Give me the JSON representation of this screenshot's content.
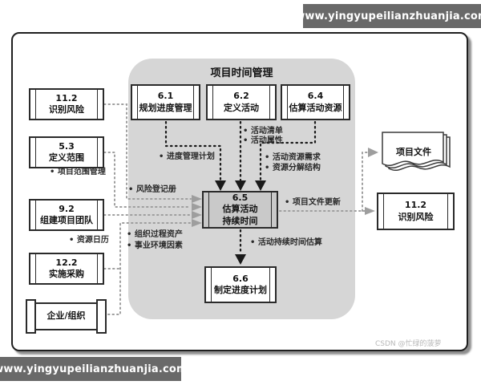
{
  "watermarks": {
    "top": "www.yingyupeilianzhuanjia.com",
    "bottom": "www.yingyupeilianzhuanjia.com",
    "credit": "CSDN @忙绿的菠萝"
  },
  "group": {
    "title": "项目时间管理"
  },
  "boxes": {
    "risk_left": {
      "code": "11.2",
      "name": "识别风险"
    },
    "scope": {
      "code": "5.3",
      "name": "定义范围"
    },
    "team": {
      "code": "9.2",
      "name": "组建项目团队"
    },
    "procure": {
      "code": "12.2",
      "name": "实施采购"
    },
    "org": {
      "name": "企业/组织"
    },
    "p61": {
      "code": "6.1",
      "name": "规划进度管理"
    },
    "p62": {
      "code": "6.2",
      "name": "定义活动"
    },
    "p64": {
      "code": "6.4",
      "name": "估算活动资源"
    },
    "p65": {
      "code": "6.5",
      "name1": "估算活动",
      "name2": "持续时间"
    },
    "p66": {
      "code": "6.6",
      "name": "制定进度计划"
    },
    "doc": {
      "name": "项目文件"
    },
    "risk_right": {
      "code": "11.2",
      "name": "识别风险"
    }
  },
  "labels": {
    "scope_mgmt": "• 项目范围管理",
    "resource_calendar": "• 资源日历",
    "activity_list": "• 活动清单",
    "activity_attrs": "• 活动属性",
    "schedule_plan": "• 进度管理计划",
    "resource_req": "• 活动资源需求",
    "rbs": "• 资源分解结构",
    "risk_register": "• 风险登记册",
    "opa": "• 组织过程资产",
    "eef": "• 事业环境因素",
    "duration_est": "• 活动持续时间估算",
    "doc_updates": "• 项目文件更新"
  },
  "colors": {
    "group_bg": "#d6d6d6",
    "box_border": "#2a2a2a",
    "box65_bg": "#c9c9c9",
    "black_line": "#1a1a1a",
    "gray_line": "#9e9e9e",
    "watermark_bg": "#696969",
    "credit_text": "#b8b8b8"
  }
}
